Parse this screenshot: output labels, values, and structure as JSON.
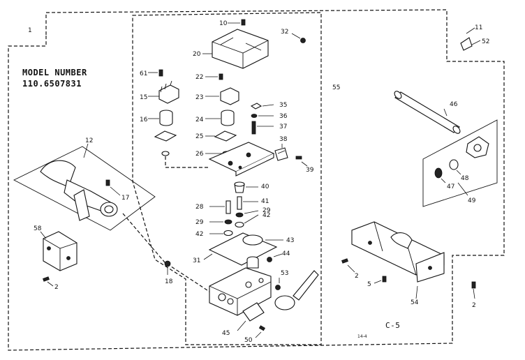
{
  "model": {
    "heading": "MODEL NUMBER",
    "number": "110.6507831"
  },
  "page_ref": "C-5",
  "small_ref": "14-4",
  "callouts": {
    "c1": "1",
    "c10": "10",
    "c32": "32",
    "c55": "55",
    "c11": "11",
    "c52": "52",
    "c20": "20",
    "c61": "61",
    "c22": "22",
    "c15": "15",
    "c23": "23",
    "c16": "16",
    "c24": "24",
    "c25": "25",
    "c26": "26",
    "c35": "35",
    "c36": "36",
    "c37": "37",
    "c38": "38",
    "c39": "39",
    "c40": "40",
    "c41": "41",
    "c28": "28",
    "c29a": "29",
    "c29b": "29",
    "c42a": "42",
    "c42b": "42",
    "c43": "43",
    "c31": "31",
    "c44": "44",
    "c53": "53",
    "c45": "45",
    "c50": "50",
    "c12": "12",
    "c17": "17",
    "c58": "58",
    "c2a": "2",
    "c18": "18",
    "c46": "46",
    "c48": "48",
    "c47": "47",
    "c49": "49",
    "c2b": "2",
    "c5": "5",
    "c54": "54",
    "c2c": "2"
  }
}
